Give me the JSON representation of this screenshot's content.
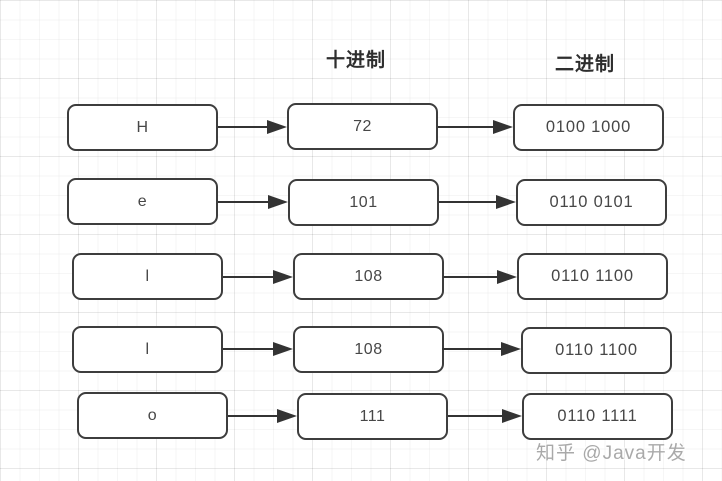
{
  "diagram": {
    "title_semantic": "Hello characters to decimal to binary conversion",
    "headers": {
      "decimal": "十进制",
      "binary": "二进制"
    },
    "rows": [
      {
        "char": "H",
        "decimal": "72",
        "binary": "0100 1000"
      },
      {
        "char": "e",
        "decimal": "101",
        "binary": "0110 0101"
      },
      {
        "char": "l",
        "decimal": "108",
        "binary": "0110 1100"
      },
      {
        "char": "l",
        "decimal": "108",
        "binary": "0110 1100"
      },
      {
        "char": "o",
        "decimal": "111",
        "binary": "0110 1111"
      }
    ]
  },
  "watermark": {
    "text": "知乎 @Java开发"
  },
  "colors": {
    "box_border": "#3d3d3d",
    "box_fill": "#ffffff",
    "text": "#474747",
    "arrow": "#333333",
    "grid_line": "#ececec",
    "watermark": "#969696"
  }
}
